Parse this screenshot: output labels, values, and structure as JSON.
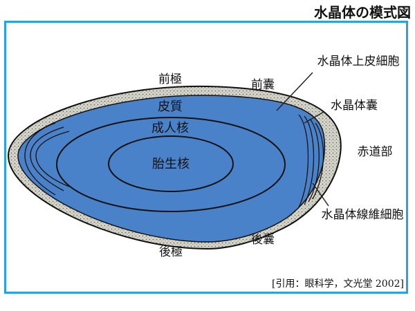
{
  "title": "水晶体の模式図",
  "labels": {
    "anterior_pole": "前極",
    "anterior_capsule": "前囊",
    "lens_epithelial_cells": "水晶体上皮細胞",
    "lens_capsule": "水晶体囊",
    "equator": "赤道部",
    "lens_fiber_cells": "水晶体線維細胞",
    "posterior_capsule": "後囊",
    "posterior_pole": "後極",
    "cortex": "皮質",
    "adult_nucleus": "成人核",
    "fetal_nucleus": "胎生核"
  },
  "citation": "[引用：眼科学，文光堂 2002]",
  "colors": {
    "frame": "#29a3e0",
    "lens_fill": "#4a82c9",
    "capsule_fill": "#d9d9d0",
    "outline": "#111111"
  }
}
